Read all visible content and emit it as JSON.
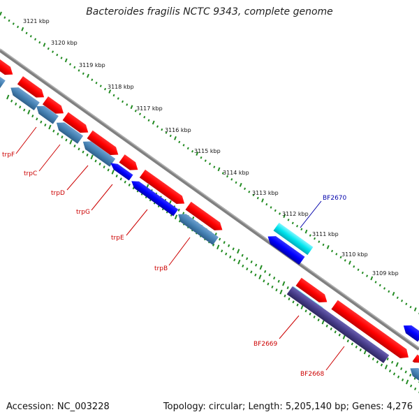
{
  "title": "Bacteroides fragilis NCTC 9343, complete genome",
  "footer": {
    "accession": "Accession: NC_003228",
    "info": "Topology: circular; Length: 5,205,140 bp; Genes: 4,276"
  },
  "ruler_labels": [
    "3121 kbp",
    "3120 kbp",
    "3119 kbp",
    "3118 kbp",
    "3117 kbp",
    "3116 kbp",
    "3115 kbp",
    "3114 kbp",
    "3113 kbp",
    "3112 kbp",
    "3111 kbp",
    "3110 kbp",
    "3109 kbp"
  ],
  "gene_labels": [
    {
      "text": "trpF",
      "color": "#cc0000"
    },
    {
      "text": "trpC",
      "color": "#cc0000"
    },
    {
      "text": "trpD",
      "color": "#cc0000"
    },
    {
      "text": "trpG",
      "color": "#cc0000"
    },
    {
      "text": "trpE",
      "color": "#cc0000"
    },
    {
      "text": "trpB",
      "color": "#cc0000"
    },
    {
      "text": "BF2670",
      "color": "#0000aa"
    },
    {
      "text": "BF2669",
      "color": "#cc0000"
    },
    {
      "text": "BF2668",
      "color": "#cc0000"
    }
  ],
  "colors": {
    "forward_cds": "#ff0000",
    "reverse_cds": "#4682b4",
    "blue_feature": "#0000ff",
    "cyan_feature": "#00e5ee",
    "purple_feature": "#483d8b",
    "backbone": "#808080",
    "ticks": "#228b22"
  }
}
